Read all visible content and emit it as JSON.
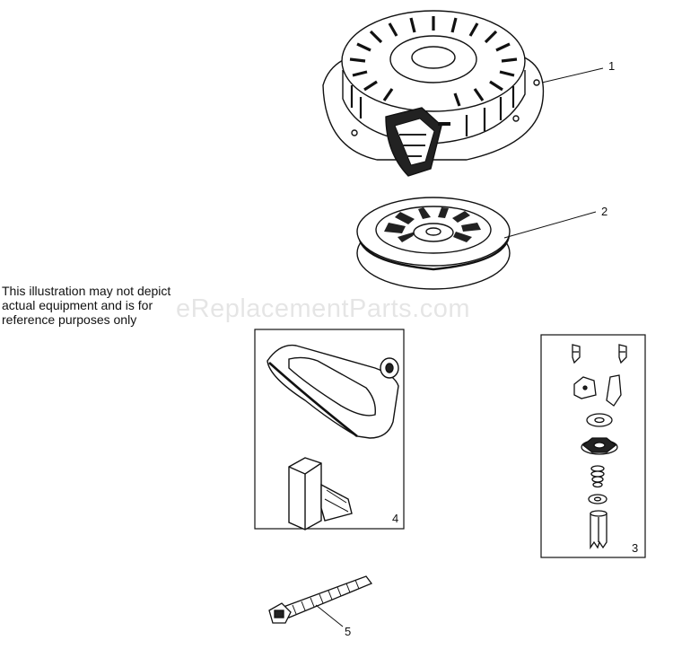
{
  "disclaimer": {
    "line1": "This illustration may not depict",
    "line2": "actual equipment and is for",
    "line3": "reference purposes only"
  },
  "watermark": "eReplacementParts.com",
  "callouts": {
    "c1": "1",
    "c2": "2",
    "c3": "3",
    "c4": "4",
    "c5": "5"
  },
  "colors": {
    "line": "#111111",
    "fill": "#ffffff",
    "shade": "#555555"
  }
}
